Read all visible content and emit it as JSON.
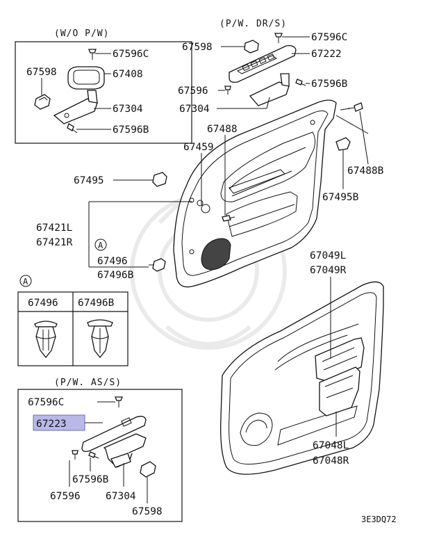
{
  "groups": {
    "wo_pw": "(W/O P/W)",
    "pw_dr": "(P/W. DR/S)",
    "pw_as": "(P/W. AS/S)"
  },
  "callout": "A",
  "clip_table": {
    "col1": "67496",
    "col2": "67496B"
  },
  "labels": {
    "wo_67596C": "67596C",
    "wo_67598": "67598",
    "wo_67408": "67408",
    "wo_67304": "67304",
    "wo_67596B": "67596B",
    "dr_67598": "67598",
    "dr_67596C": "67596C",
    "dr_67222": "67222",
    "dr_67596": "67596",
    "dr_67596B": "67596B",
    "dr_67304": "67304",
    "p_67488": "67488",
    "p_67459": "67459",
    "p_67488B": "67488B",
    "p_67495": "67495",
    "p_67495B": "67495B",
    "p_67421L": "67421L",
    "p_67421R": "67421R",
    "p_67496": "67496",
    "p_67496B": "67496B",
    "p_67049L": "67049L",
    "p_67049R": "67049R",
    "p_67048L": "67048L",
    "p_67048R": "67048R",
    "as_67596C": "67596C",
    "as_67223": "67223",
    "as_67596B": "67596B",
    "as_67596": "67596",
    "as_67304": "67304",
    "as_67598": "67598"
  },
  "diagram_code": "3E3DQ72"
}
